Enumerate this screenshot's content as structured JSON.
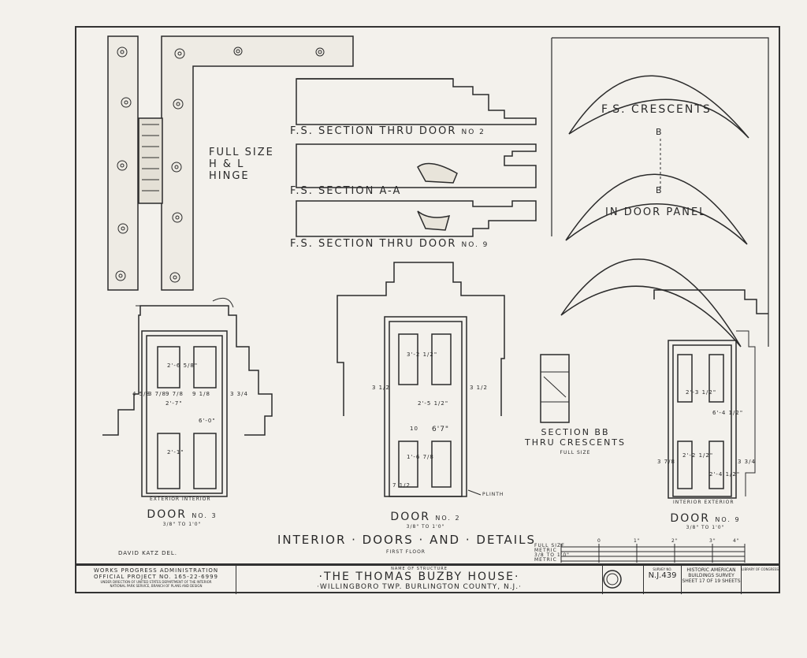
{
  "hinge": {
    "title_lines": [
      "FULL SIZE",
      "H & L",
      "HINGE"
    ]
  },
  "sections": {
    "section_door2": "F.S. SECTION THRU DOOR",
    "section_door2_no": "NO 2",
    "section_aa": "F.S. SECTION A-A",
    "section_door9": "F.S. SECTION THRU DOOR",
    "section_door9_no": "NO. 9"
  },
  "crescents": {
    "title": "F.S. CRESCENTS",
    "mark_b_top": "B",
    "mark_b_bottom": "B",
    "subtitle": "IN DOOR PANEL"
  },
  "section_bb": {
    "line1": "SECTION BB",
    "line2": "THRU CRESCENTS",
    "line3": "FULL SIZE"
  },
  "doors": {
    "door3": {
      "title": "DOOR",
      "no": "NO. 3",
      "scale": "3/8\" TO 1'0\"",
      "sublabel": "EXTERIOR   INTERIOR"
    },
    "door2": {
      "title": "DOOR",
      "no": "NO. 2",
      "scale": "3/8\" TO 1'0\"",
      "plinth": "PLINTH"
    },
    "door9": {
      "title": "DOOR",
      "no": "NO. 9",
      "scale": "3/8\" TO 1'0\"",
      "sublabel": "INTERIOR   EXTERIOR"
    }
  },
  "dimensions": {
    "door3": [
      "2'-6 5/8\"",
      "9 7/8",
      "2'-7\"",
      "9 1/8",
      "3 7/8",
      "3 3/4",
      "4 5/8",
      "6'-0\"",
      "2'-1\""
    ],
    "door2": [
      "3'-2 1/2\"",
      "2'-5 1/2\"",
      "6'7\"",
      "3 1/2",
      "3 1/2",
      "10",
      "1'-6 7/8",
      "7 1/2"
    ],
    "door9": [
      "2'-3 1/2\"",
      "6'-4 1/2\"",
      "2'-4 1/2\"",
      "2'-2 1/2\"",
      "3 7/8",
      "3 3/4"
    ]
  },
  "sheet_title": {
    "main": "INTERIOR · DOORS · AND · DETAILS",
    "sub": "FIRST FLOOR"
  },
  "drawn_by": "DAVID KATZ DEL.",
  "scale_bar": {
    "labels": [
      "FULL SIZE",
      "METRIC",
      "3/8 TO 1'0\"",
      "METRIC"
    ],
    "ticks": [
      "0",
      "1\"",
      "2\"",
      "3\"",
      "4\""
    ]
  },
  "title_block": {
    "wpa_line1": "WORKS PROGRESS ADMINISTRATION",
    "wpa_line2": "OFFICIAL PROJECT NO. 165-22-6999",
    "wpa_line3": "UNDER DIRECTION OF UNITED STATES DEPARTMENT OF THE INTERIOR",
    "wpa_line4": "NATIONAL PARK SERVICE, BRANCH OF PLANS AND DESIGN",
    "name_label": "NAME OF STRUCTURE",
    "structure": "·THE THOMAS BUZBY HOUSE·",
    "location": "·WILLINGBORO TWP. BURLINGTON COUNTY, N.J.·",
    "survey_label": "SURVEY NO.",
    "survey_no": "N.J.439",
    "habs1": "HISTORIC AMERICAN",
    "habs2": "BUILDINGS SURVEY",
    "sheet": "SHEET 17 OF 19 SHEETS",
    "small_note": "LIBRARY OF CONGRESS"
  }
}
